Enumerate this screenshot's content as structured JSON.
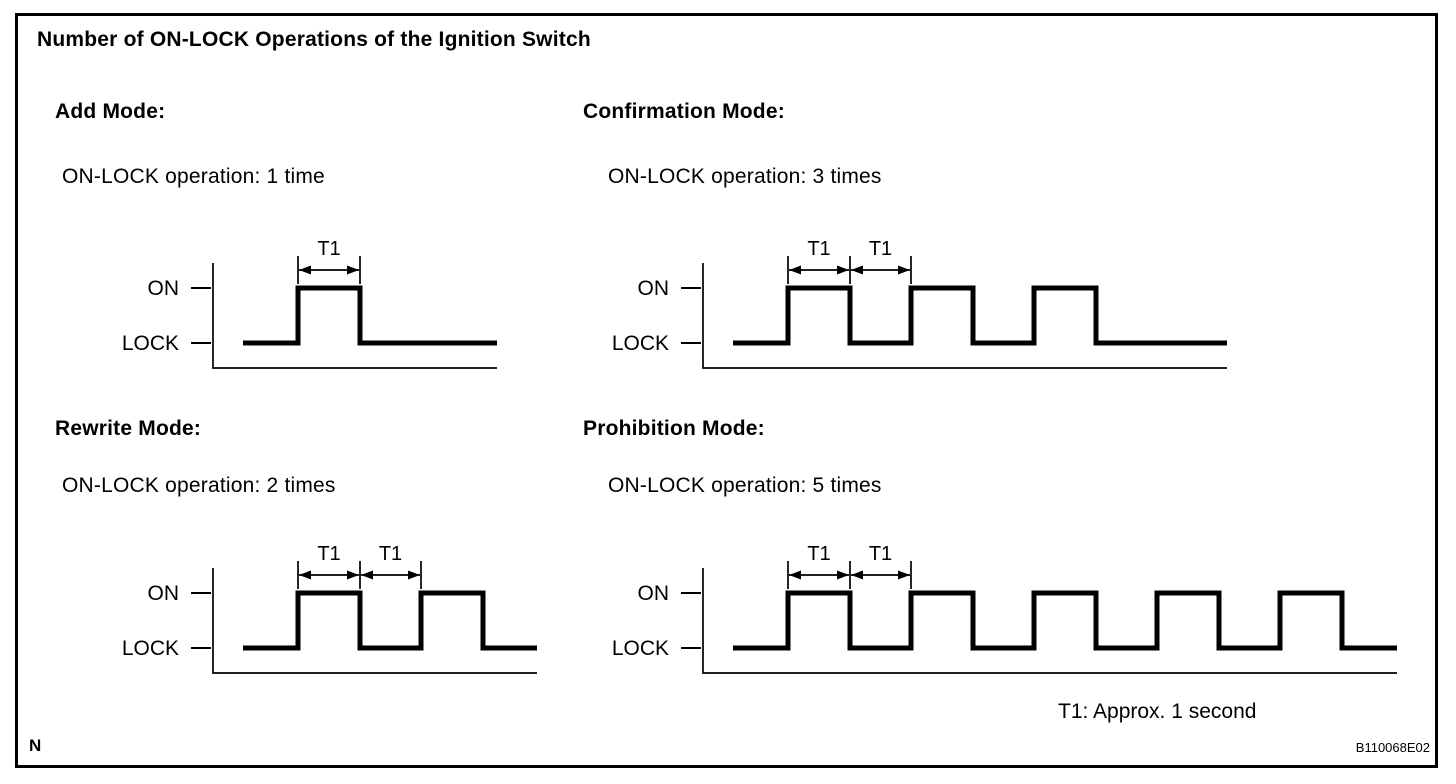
{
  "title": "Number of ON-LOCK Operations of the Ignition Switch",
  "corner_label": "N",
  "figure_code": "B110068E02",
  "footnote": "T1: Approx. 1 second",
  "waveform_labels": {
    "on": "ON",
    "lock": "LOCK",
    "t1": "T1"
  },
  "colors": {
    "ink": "#000000",
    "background": "#ffffff"
  },
  "modes": [
    {
      "id": "add",
      "title": "Add Mode:",
      "operation": "ON-LOCK operation: 1 time",
      "pulses": 1,
      "t1_spans": 1
    },
    {
      "id": "confirmation",
      "title": "Confirmation Mode:",
      "operation": "ON-LOCK operation: 3 times",
      "pulses": 3,
      "t1_spans": 2
    },
    {
      "id": "rewrite",
      "title": "Rewrite Mode:",
      "operation": "ON-LOCK operation: 2 times",
      "pulses": 2,
      "t1_spans": 2
    },
    {
      "id": "prohibition",
      "title": "Prohibition Mode:",
      "operation": "ON-LOCK operation: 5 times",
      "pulses": 5,
      "t1_spans": 2
    }
  ]
}
